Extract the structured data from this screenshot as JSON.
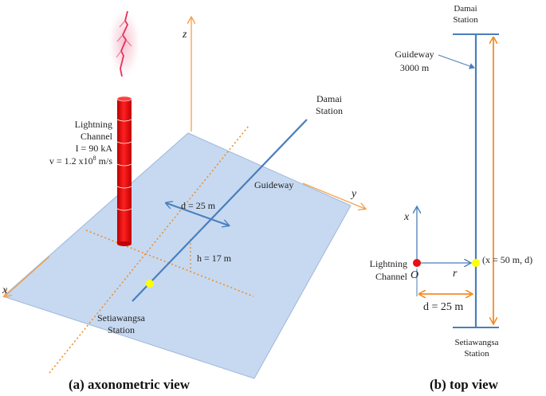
{
  "colors": {
    "plane_fill": "#c6d9f1",
    "plane_edge": "#9fb8d9",
    "axis": "#f5a04a",
    "guideway": "#4a7ebb",
    "channel": "#e81010",
    "point": "#ffff00",
    "origin": "#e81010",
    "dimension": "#f28c28"
  },
  "axonometric": {
    "axis_z": "z",
    "axis_y": "y",
    "axis_x": "x",
    "channel_label_1": "Lightning",
    "channel_label_2": "Channel",
    "current": "I = 90 kA",
    "velocity_base": "v = 1.2 x10",
    "velocity_exp": "8",
    "velocity_unit": " m/s",
    "distance": "d = 25 m",
    "height": "h = 17 m",
    "guideway": "Guideway",
    "station_top_1": "Damai",
    "station_top_2": "Station",
    "station_bottom_1": "Setiawangsa",
    "station_bottom_2": "Station",
    "caption": "(a) axonometric view"
  },
  "top_view": {
    "station_top_1": "Damai",
    "station_top_2": "Station",
    "guideway_1": "Guideway",
    "guideway_2": "3000 m",
    "axis_x": "x",
    "axis_r": "r",
    "origin": "O",
    "channel_label_1": "Lightning",
    "channel_label_2": "Channel",
    "point_label": "(x = 50 m, d)",
    "distance": "d = 25 m",
    "station_bottom_1": "Setiawangsa",
    "station_bottom_2": "Station",
    "caption": "(b) top view"
  }
}
